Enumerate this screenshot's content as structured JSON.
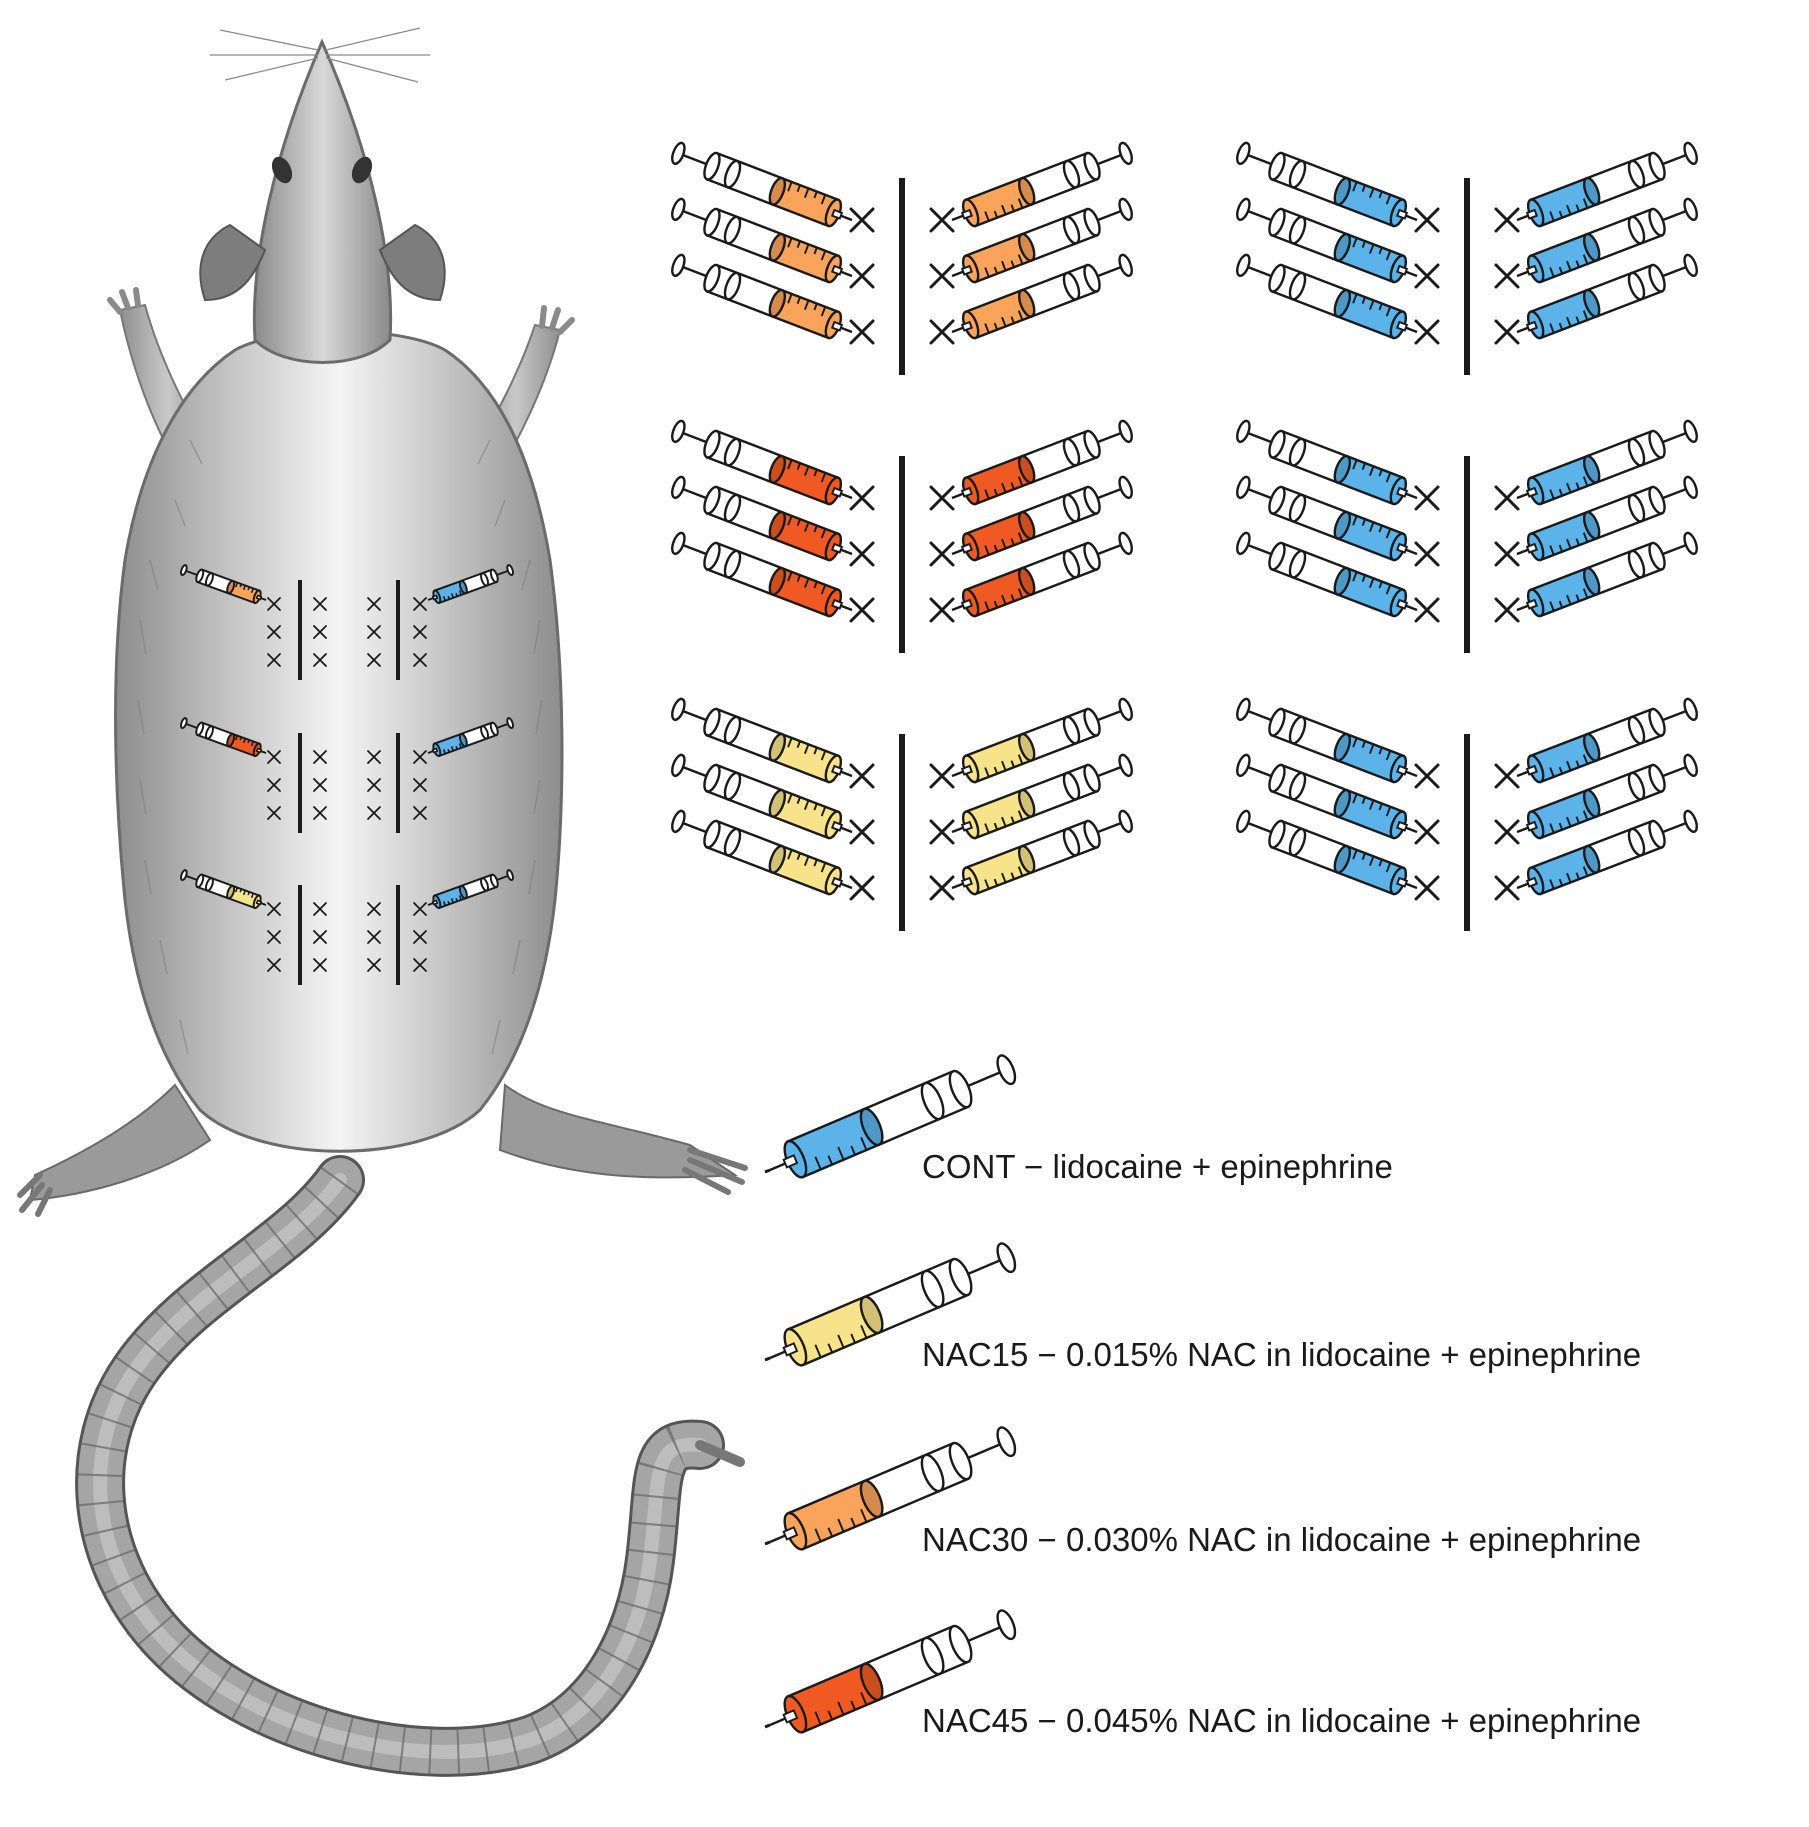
{
  "colors": {
    "CONT": "#5bb3ea",
    "NAC15": "#f7e38a",
    "NAC30": "#f9a45a",
    "NAC45": "#f05a22",
    "outline": "#1a1a1a",
    "fur": "#a8a8a8",
    "tail": "#9c9c9c"
  },
  "rat": {
    "rows": [
      {
        "left_group": "NAC30",
        "right_group": "CONT"
      },
      {
        "left_group": "NAC45",
        "right_group": "CONT"
      },
      {
        "left_group": "NAC15",
        "right_group": "CONT"
      }
    ]
  },
  "panels": {
    "rows": [
      {
        "left_group": "NAC30",
        "right_group": "CONT"
      },
      {
        "left_group": "NAC45",
        "right_group": "CONT"
      },
      {
        "left_group": "NAC15",
        "right_group": "CONT"
      }
    ]
  },
  "legend": {
    "items": [
      {
        "group": "CONT",
        "label": "CONT − lidocaine + epinephrine"
      },
      {
        "group": "NAC15",
        "label": "NAC15 − 0.015% NAC in lidocaine + epinephrine"
      },
      {
        "group": "NAC30",
        "label": "NAC30 − 0.030% NAC in lidocaine + epinephrine"
      },
      {
        "group": "NAC45",
        "label": "NAC45 − 0.045% NAC in lidocaine + epinephrine"
      }
    ]
  }
}
